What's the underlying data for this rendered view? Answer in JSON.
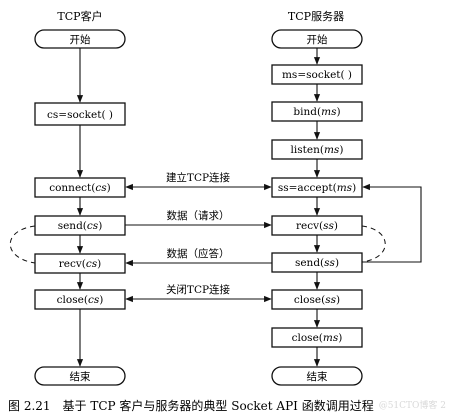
{
  "client": {
    "title": "TCP客户",
    "start": "开始",
    "socket": "cs=socket( )",
    "connect": {
      "fn": "connect",
      "arg": "cs"
    },
    "send": {
      "fn": "send",
      "arg": "cs"
    },
    "recv": {
      "fn": "recv",
      "arg": "cs"
    },
    "close": {
      "fn": "close",
      "arg": "cs"
    },
    "end": "结束"
  },
  "server": {
    "title": "TCP服务器",
    "start": "开始",
    "socket": "ms=socket( )",
    "bind": {
      "fn": "bind",
      "arg": "ms"
    },
    "listen": {
      "fn": "listen",
      "arg": "ms"
    },
    "accept": {
      "fn": "ss=accept",
      "arg": "ms"
    },
    "recv": {
      "fn": "recv",
      "arg": "ss"
    },
    "send": {
      "fn": "send",
      "arg": "ss"
    },
    "close_ss": {
      "fn": "close",
      "arg": "ss"
    },
    "close_ms": {
      "fn": "close",
      "arg": "ms"
    },
    "end": "结束"
  },
  "arrows": {
    "connect": "建立TCP连接",
    "request": "数据（请求）",
    "response": "数据（应答）",
    "close": "关闭TCP连接"
  },
  "caption": "图 2.21　基于 TCP 客户与服务器的典型 Socket API 函数调用过程",
  "watermark": "@51CTO博客  2"
}
